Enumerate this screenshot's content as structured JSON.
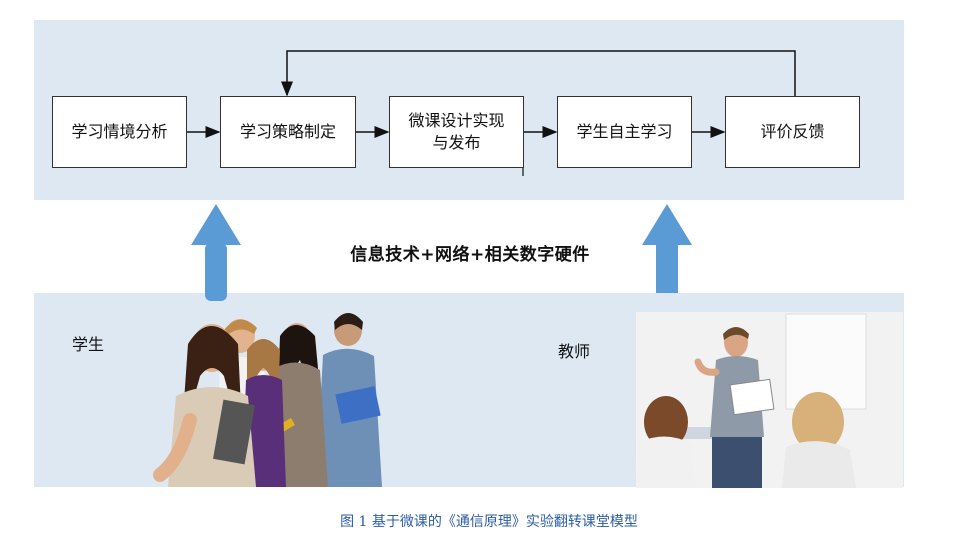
{
  "flow": {
    "steps": [
      "学习情境分析",
      "学习策略制定",
      "微课设计实现与发布",
      "学生自主学习",
      "评价反馈"
    ]
  },
  "support_label": "信息技术+网络+相关数字硬件",
  "roles": {
    "students": "学生",
    "teacher": "教师"
  },
  "caption": "图 1 基于微课的《通信原理》实验翻转课堂模型",
  "colors": {
    "panel": "#dde8f3",
    "up_arrow": "#5b9bd5",
    "caption": "#2a5caa"
  }
}
